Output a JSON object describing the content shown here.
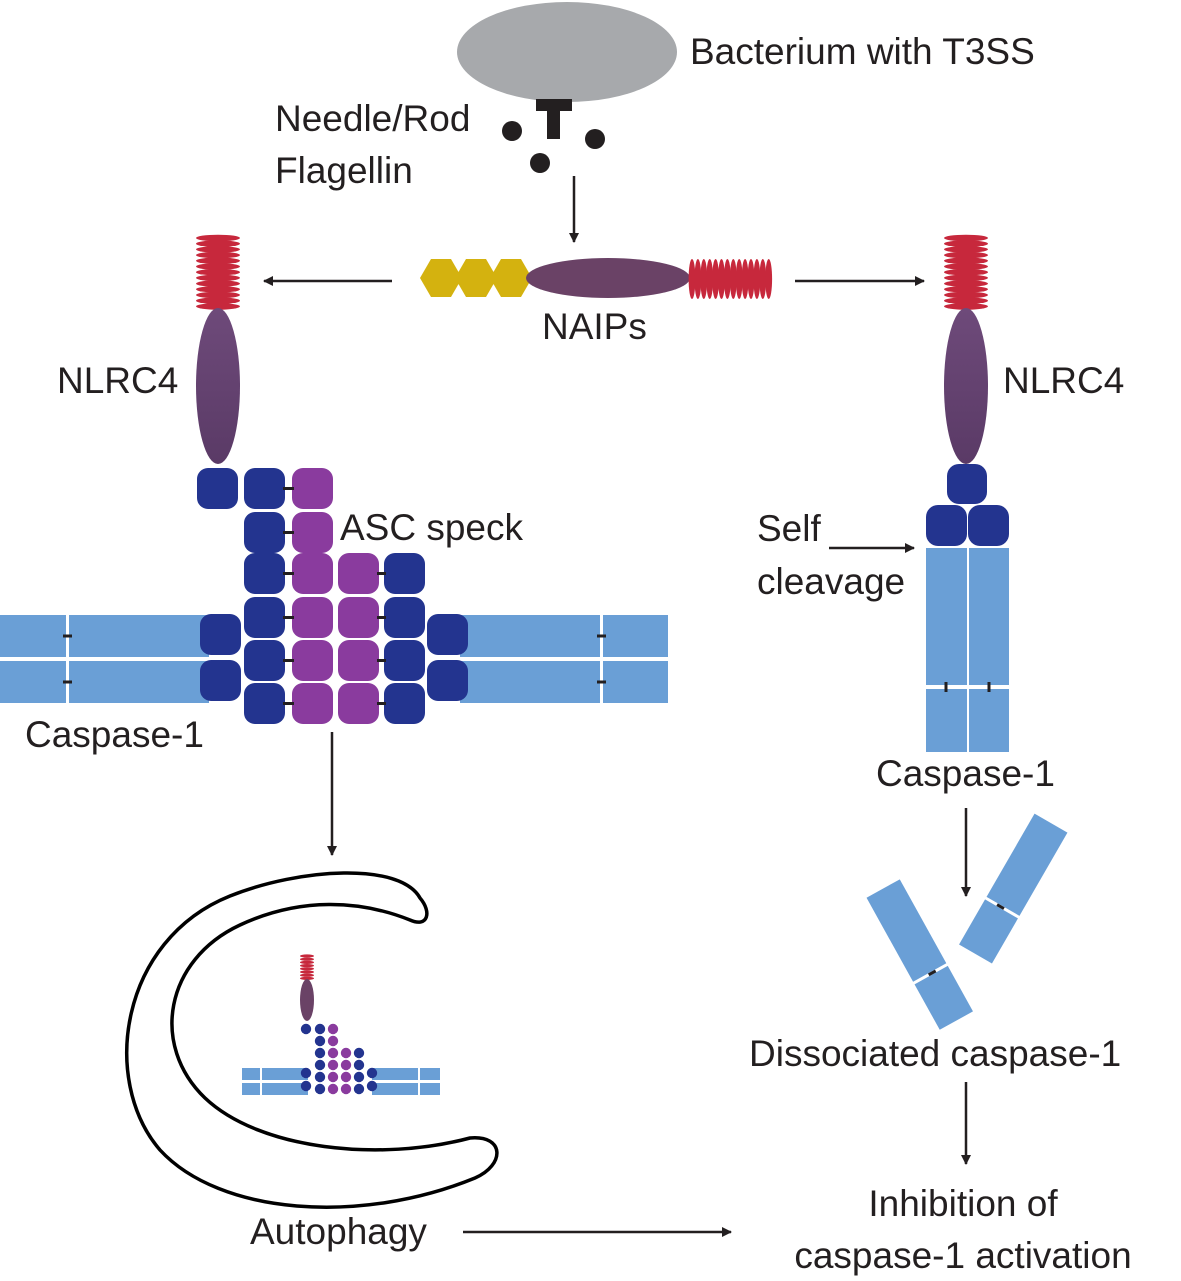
{
  "labels": {
    "bacterium": "Bacterium with T3SS",
    "needle_rod": "Needle/Rod",
    "flagellin": "Flagellin",
    "naips": "NAIPs",
    "nlrc4_left": "NLRC4",
    "nlrc4_right": "NLRC4",
    "asc_speck": "ASC speck",
    "caspase_left": "Caspase-1",
    "caspase_right": "Caspase-1",
    "self_cleavage_1": "Self",
    "self_cleavage_2": "cleavage",
    "dissociated": "Dissociated caspase-1",
    "autophagy": "Autophagy",
    "inhibition_1": "Inhibition of",
    "inhibition_2": "caspase-1 activation"
  },
  "colors": {
    "bacterium": "#a7a9ac",
    "naip_body": "#6a4266",
    "bir_domain": "#d4b20f",
    "card_red": "#c7283c",
    "asc_dark": "#23348f",
    "asc_purple": "#8a3b9e",
    "caspase_blue": "#6a9fd6",
    "text": "#231f20"
  }
}
